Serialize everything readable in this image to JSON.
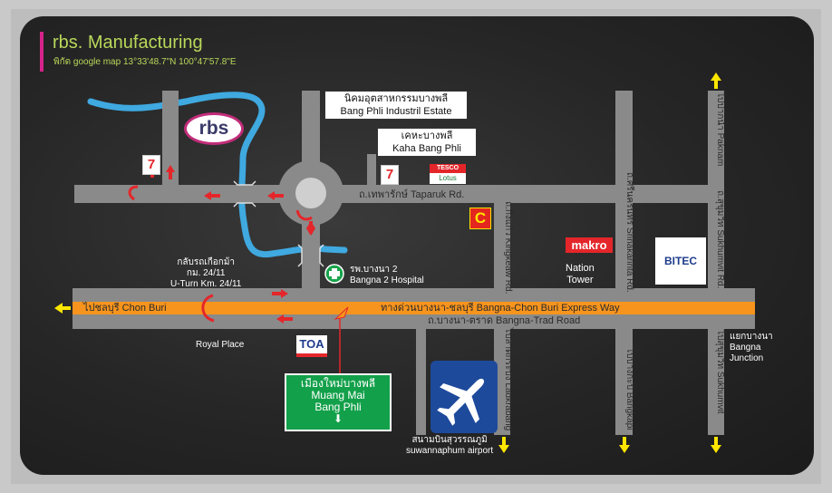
{
  "header": {
    "title": "rbs. Manufacturing",
    "coords": "พิกัด google map 13°33'48.7\"N 100°47'57.8\"E"
  },
  "logos": {
    "rbs": "rbs",
    "seven_eleven": "7",
    "tesco_line1": "TESCO",
    "tesco_line2": "Lotus",
    "makro": "makro",
    "bitec": "BITEC",
    "toa": "TOA",
    "bigc": "C"
  },
  "boxes": {
    "estate_th": "นิคมอุตสาหกรรมบางพลี",
    "estate_en": "Bang Phli Industril Estate",
    "kaha_th": "เคหะบางพลี",
    "kaha_en": "Kaha Bang Phli"
  },
  "roads": {
    "taparuk": "ถ.เทพารักษ์ Taparuk Rd.",
    "chonburi": "ไปชลบุรี Chon Buri",
    "expressway": "ทางด่วนบางนา-ชลบุรี Bangna-Chon Buri Express Way",
    "bangna_trad": "ถ.บางนา-ตราด Bangna-Trad Road",
    "kingkeaw": "ถ.กิ่งแก้ว Kingkeaw Rd.",
    "srinakarin": "ถ.ศรีนครินทร์ Srinakarinta Rd.",
    "sukhumvit": "ถ.สุขุมวิท Sukhumvit Rd.",
    "paknam": "ไปปากน้ำ Paknam",
    "ladkrabang": "ไปลาดกระบัง Ladkrabang",
    "bangkapi": "ไปบางกะปิ Bangkapi",
    "to_sukhumvit": "ไปสุขุมวิท Sukhumvit"
  },
  "places": {
    "uturn_th": "กลับรถเกือกม้า",
    "uturn_km_th": "กม. 24/11",
    "uturn_en": "U-Turn Km. 24/11",
    "hospital_th": "รพ.บางนา 2",
    "hospital_en": "Bangna 2 Hospital",
    "nation_1": "Nation",
    "nation_2": "Tower",
    "royal_place": "Royal Place",
    "junction_th": "แยกบางนา",
    "junction_en1": "Bangna",
    "junction_en2": "Junction",
    "airport_th": "สนามบินสุวรรณภูมิ",
    "airport_en": "suwannaphum airport"
  },
  "sign": {
    "th": "เมืองใหม่บางพลี",
    "en1": "Muang Mai",
    "en2": "Bang Phli",
    "arrow": "⬇"
  },
  "colors": {
    "title": "#b9d85a",
    "road": "#8a8a8a",
    "expressway": "#f7941d",
    "river": "#3fa9e0",
    "arrow_red": "#e4262a",
    "arrow_yellow": "#ffe600",
    "sign_green": "#13a04a",
    "accent": "#d6228b"
  }
}
